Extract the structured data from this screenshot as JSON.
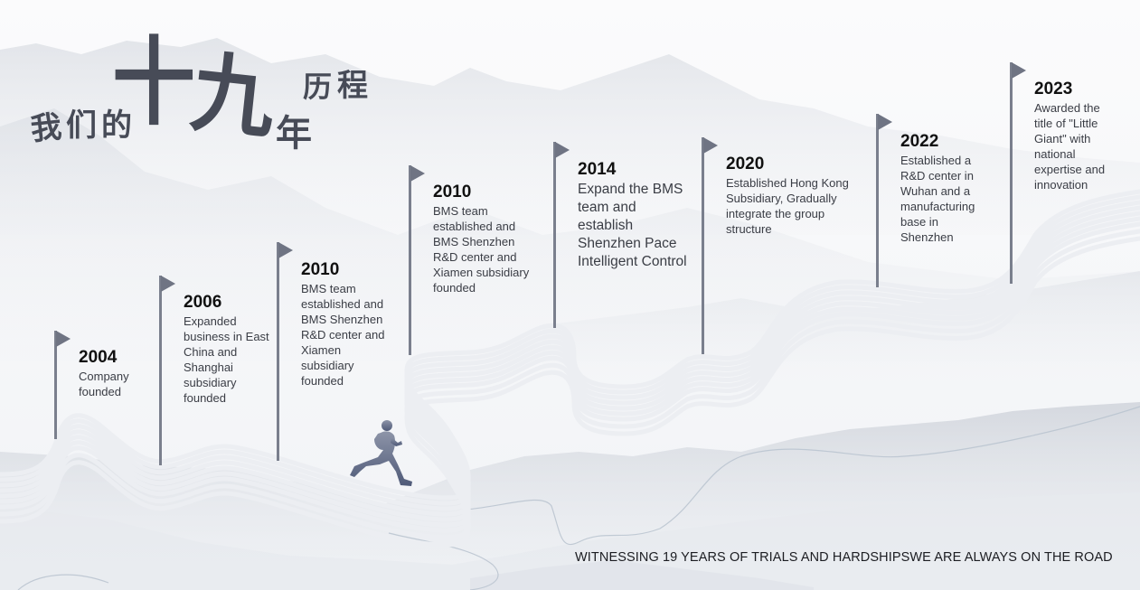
{
  "title": {
    "prefix": [
      "我",
      "们",
      "的"
    ],
    "main": [
      "十",
      "九"
    ],
    "suffix_low": "年",
    "suffix_high": [
      "历",
      "程"
    ]
  },
  "colors": {
    "road_dark": "#555b6b",
    "road_mid": "#8e93a1",
    "flag": "#6f7483",
    "title_ink": "#474b57",
    "mountain": "#c9cdd6"
  },
  "milestones": [
    {
      "year": "2004",
      "description": "Company founded"
    },
    {
      "year": "2006",
      "description": "Expanded business in East China and Shanghai subsidiary founded"
    },
    {
      "year": "2010",
      "description": "BMS team established and BMS Shenzhen R&D center and Xiamen subsidiary founded"
    },
    {
      "year": "2010",
      "description": "BMS team established and BMS Shenzhen R&D center and Xiamen subsidiary founded"
    },
    {
      "year": "2014",
      "description": "Expand the BMS team and establish Shenzhen Pace Intelligent Control"
    },
    {
      "year": "2020",
      "description": "Established Hong Kong Subsidiary, Gradually integrate the group structure"
    },
    {
      "year": "2022",
      "description": "Established a R&D center in Wuhan and a manufacturing base in Shenzhen"
    },
    {
      "year": "2023",
      "description": "Awarded the title of \"Little Giant\" with national expertise and innovation"
    }
  ],
  "icons": {
    "flag": "flag-icon",
    "runner": "runner-icon"
  },
  "slogan": "WITNESSING 19 YEARS OF TRIALS AND HARDSHIPSWE ARE ALWAYS ON THE ROAD"
}
